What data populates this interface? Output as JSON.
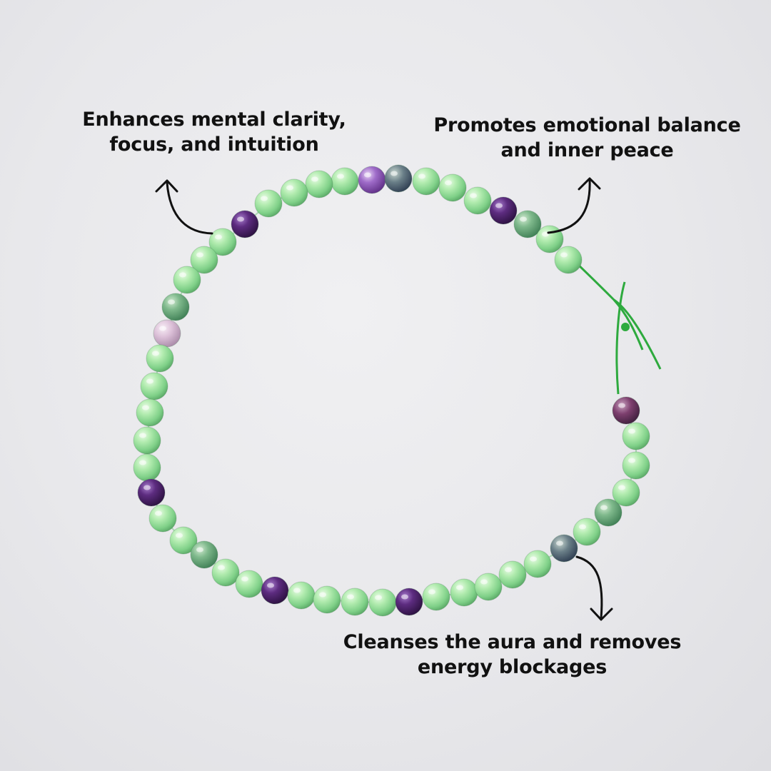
{
  "captions": {
    "top_left": {
      "line1": "Enhances mental clarity,",
      "line2": "focus, and intuition"
    },
    "top_right": {
      "line1": "Promotes emotional balance",
      "line2": "and inner peace"
    },
    "bottom": {
      "line1": "Cleanses the aura and removes",
      "line2": "energy blockages"
    }
  },
  "colors": {
    "background": "#e8e8eb",
    "text": "#111111",
    "arrow": "#111111",
    "bead_green": "#a6e6a6",
    "bead_green_dark": "#5fae72",
    "bead_purple": "#5b2a78",
    "bead_violet": "#8e5bb3",
    "bead_pink": "#d8b4cc",
    "cord": "#2eaa3e"
  },
  "icons": [
    "curved-arrow-up-icon",
    "curved-arrow-up-icon",
    "curved-arrow-down-icon"
  ]
}
